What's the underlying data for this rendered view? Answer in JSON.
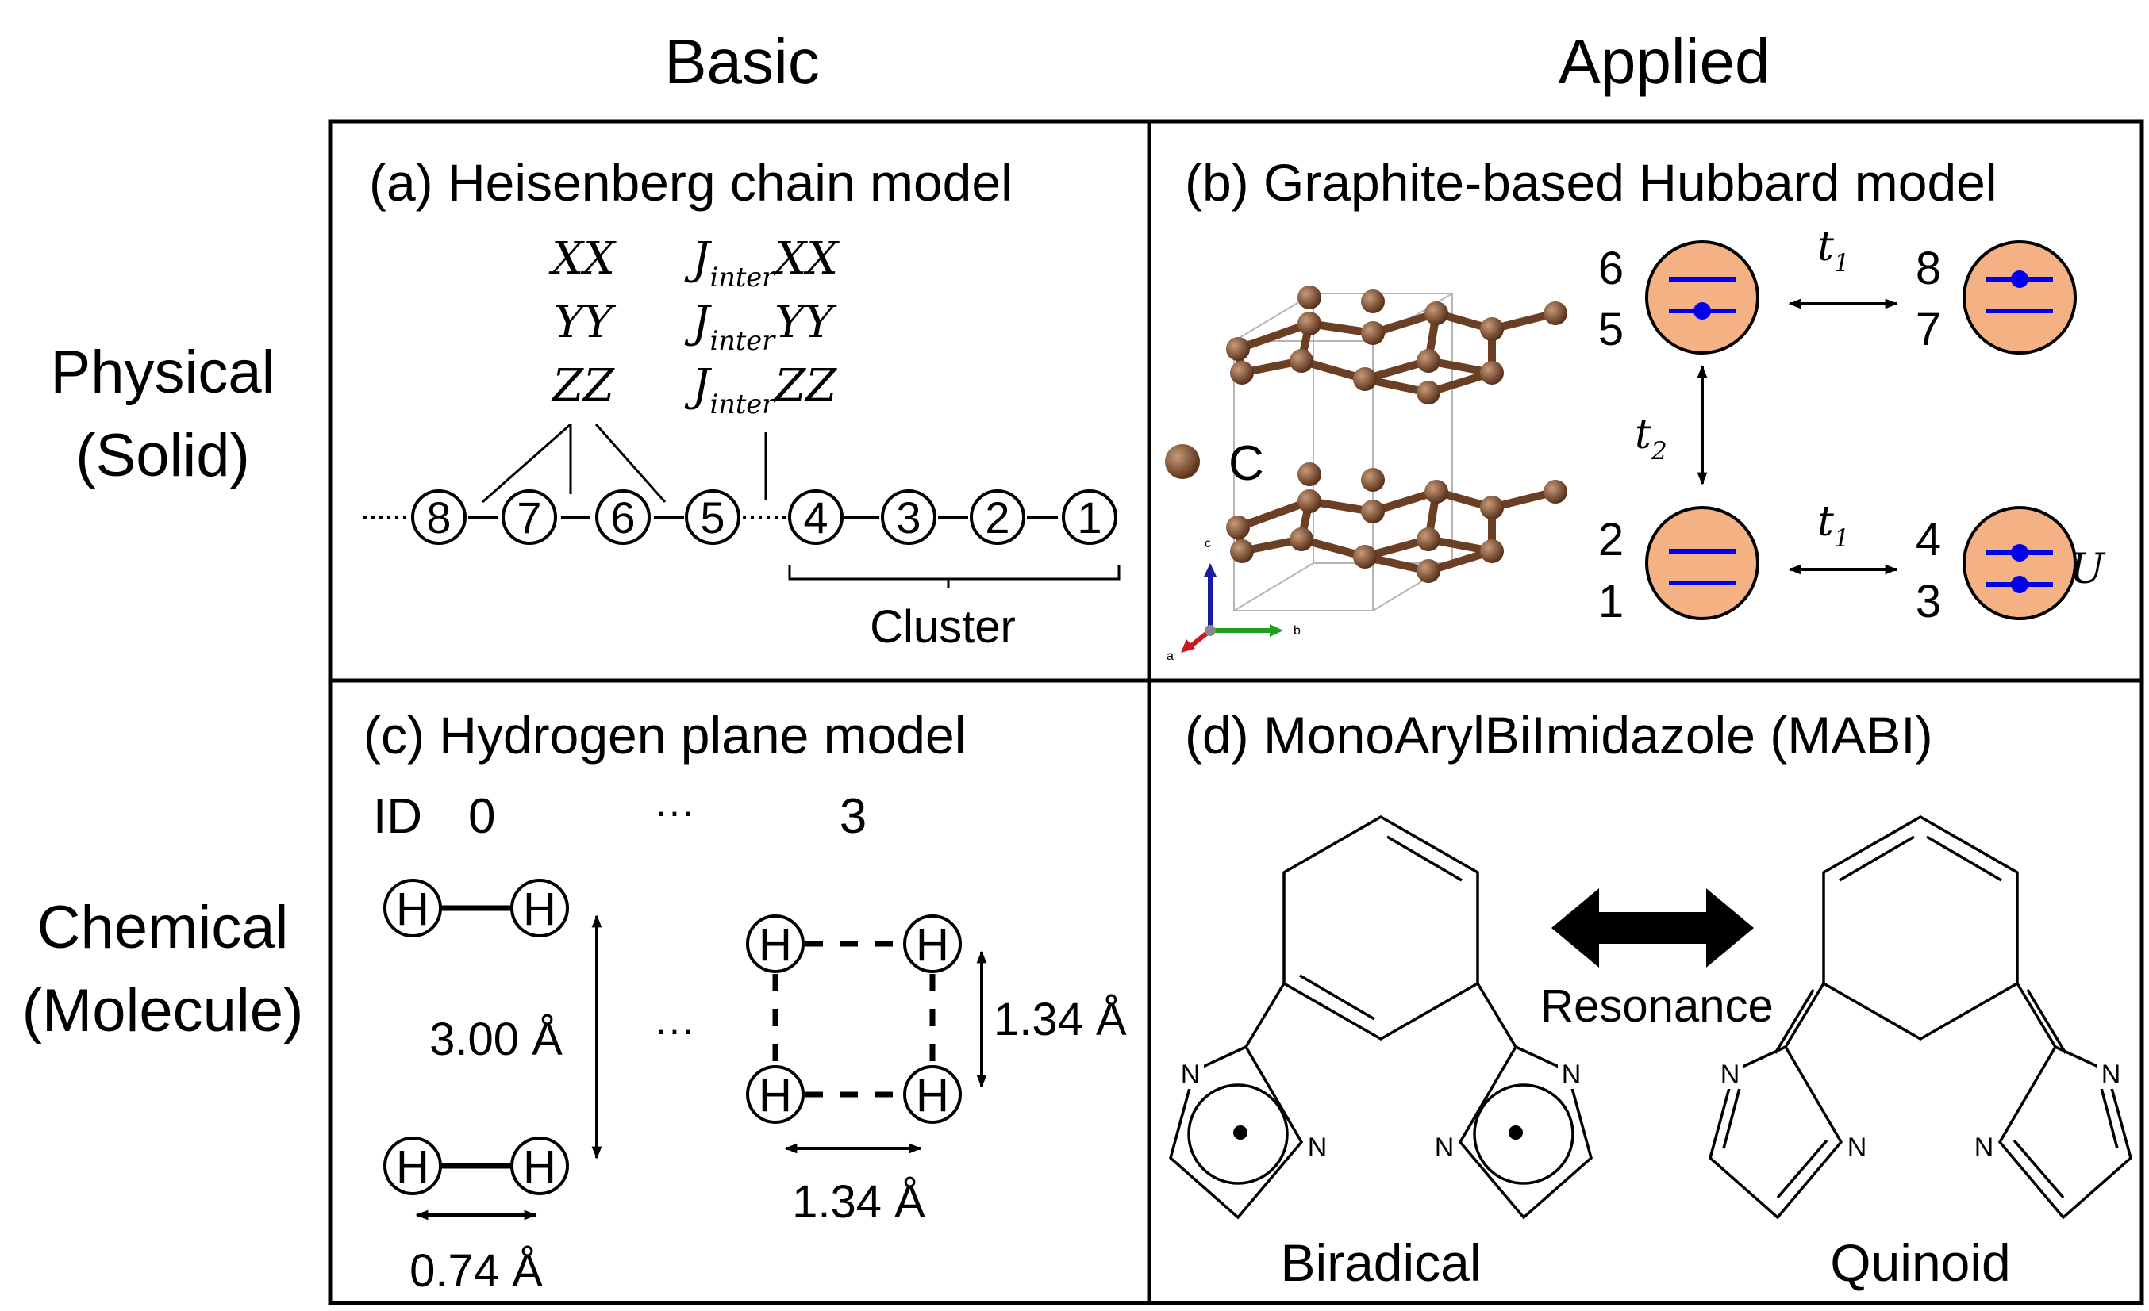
{
  "columns": {
    "left": "Basic",
    "right": "Applied"
  },
  "rows": {
    "top": {
      "line1": "Physical",
      "line2": "(Solid)"
    },
    "bottom": {
      "line1": "Chemical",
      "line2": "(Molecule)"
    }
  },
  "panel_a": {
    "title": "(a) Heisenberg chain model",
    "intra_terms": [
      "XX",
      "YY",
      "ZZ"
    ],
    "inter_prefix": "J",
    "inter_sub": "inter",
    "inter_terms": [
      "XX",
      "YY",
      "ZZ"
    ],
    "sites": [
      "8",
      "7",
      "6",
      "5",
      "4",
      "3",
      "2",
      "1"
    ],
    "cluster_label": "Cluster"
  },
  "panel_b": {
    "title": "(b) Graphite-based Hubbard model",
    "atom_label": "C",
    "axes": {
      "c": "c",
      "b": "b",
      "a": "a"
    },
    "orbitals": [
      {
        "upper": "6",
        "lower": "5"
      },
      {
        "upper": "8",
        "lower": "7"
      },
      {
        "upper": "2",
        "lower": "1"
      },
      {
        "upper": "4",
        "lower": "3"
      }
    ],
    "hop_t": "t",
    "hop1_sub": "1",
    "hop2_sub": "2",
    "interaction": "U",
    "colors": {
      "orbital_fill": "#f4b183",
      "level": "#0000ee",
      "carbon": "#7b4a2e"
    }
  },
  "panel_c": {
    "title": "(c) Hydrogen plane model",
    "id_label": "ID",
    "id_first": "0",
    "id_last": "3",
    "ellipsis": "···",
    "atom": "H",
    "d_vertical": "3.00 Å",
    "d_bond": "0.74 Å",
    "d_square_v": "1.34 Å",
    "d_square_h": "1.34 Å"
  },
  "panel_d": {
    "title": "(d) MonoArylBiImidazole (MABI)",
    "resonance": "Resonance",
    "left_name": "Biradical",
    "right_name": "Quinoid",
    "nitrogen": "N"
  }
}
